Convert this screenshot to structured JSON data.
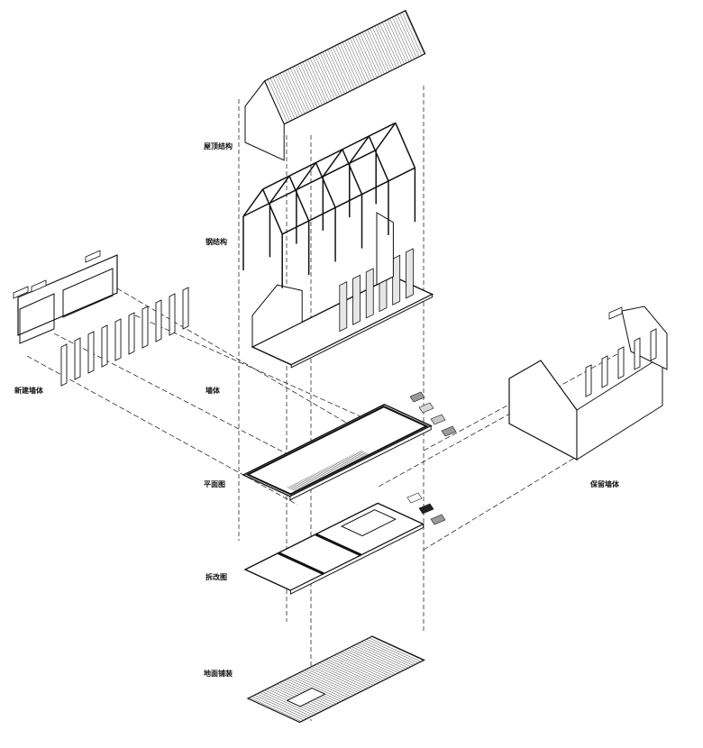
{
  "labels": {
    "roof_structure": "屋顶结构",
    "steel_structure": "钢结构",
    "new_walls": "新建墙体",
    "walls": "墙体",
    "floor_plan": "平面图",
    "retained_walls": "保留墙体",
    "demolition_plan": "拆改图",
    "ground_paving": "地面铺装"
  },
  "colors": {
    "line": "#111111",
    "fill_dark": "#222222",
    "fill_gray": "#9a9a9a",
    "fill_light": "#d8d8d8"
  }
}
